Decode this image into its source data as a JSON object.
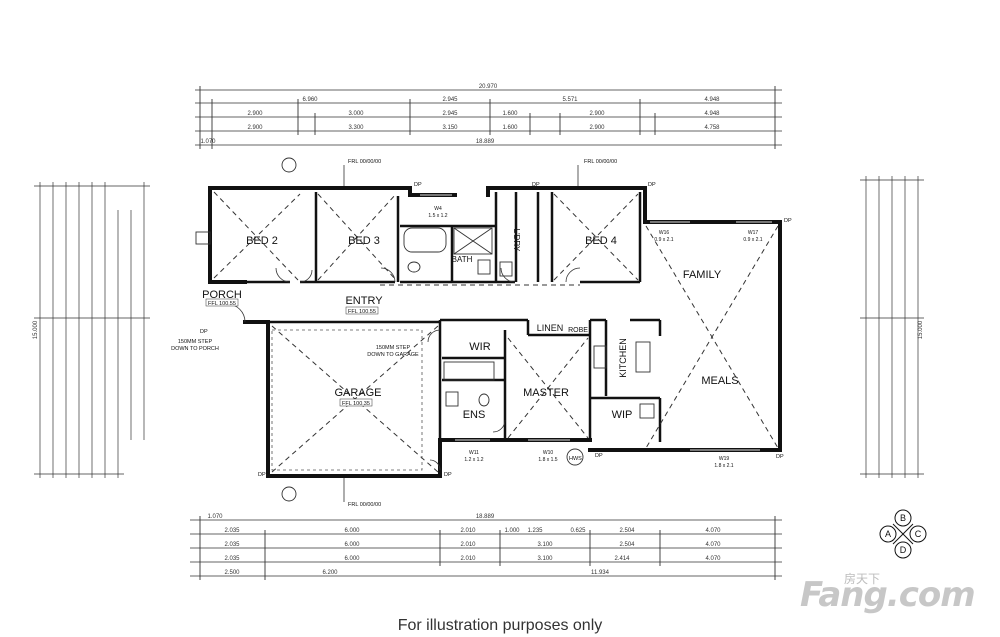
{
  "rooms": {
    "bed2": "BED 2",
    "bed3": "BED 3",
    "bed4": "BED 4",
    "bath": "BATH",
    "ldry": "L'DRY",
    "porch": "PORCH",
    "entry": "ENTRY",
    "garage": "GARAGE",
    "wir": "WIR",
    "ens": "ENS",
    "master": "MASTER",
    "linen": "LINEN",
    "robe": "ROBE",
    "kitchen": "KITCHEN",
    "wip": "WIP",
    "family": "FAMILY",
    "meals": "MEALS"
  },
  "levels": {
    "porch_ffl": "FFL 100.55",
    "entry_ffl": "FFL 100.55",
    "garage_ffl": "FFL 100.35",
    "frl_top_left": "FRL 00/00/00",
    "frl_top_right": "FRL 00/00/00",
    "frl_bottom": "FRL 00/00/00"
  },
  "notes": {
    "step_porch_1": "150MM STEP",
    "step_porch_2": "DOWN TO PORCH",
    "step_garage_1": "150MM STEP",
    "step_garage_2": "DOWN TO GARAGE",
    "hws": "HWS",
    "dp": "DP"
  },
  "windows": {
    "w4": "W4",
    "w4_size": "1.5 x 1.2",
    "w16": "W16",
    "w16_size": "0.9 x 2.1",
    "w17": "W17",
    "w17_size": "0.9 x 2.1",
    "w11": "W11",
    "w11_size": "1.2 x 1.2",
    "w10": "W10",
    "w10_size": "1.8 x 1.5",
    "w19": "W19",
    "w19_size": "1.8 x 2.1"
  },
  "dimensions": {
    "top_total": "20.970",
    "top_row1": [
      "6.960",
      "2.945",
      "5.571",
      "4.948"
    ],
    "top_row2": [
      "2.900",
      "3.000",
      "2.945",
      "1.600",
      "2.900",
      "4.948"
    ],
    "top_row3": [
      "2.900",
      "3.300",
      "3.150",
      "1.600",
      "2.900",
      "4.758"
    ],
    "top_row4": [
      "1.070",
      "18.889"
    ],
    "bottom_row1": [
      "1.070",
      "18.889"
    ],
    "bottom_row2": [
      "2.035",
      "6.000",
      "2.010",
      "1.000",
      "1.235",
      "0.625",
      "2.504",
      "4.070"
    ],
    "bottom_row3": [
      "2.035",
      "6.000",
      "2.010",
      "3.100",
      "2.504",
      "4.070"
    ],
    "bottom_row4": [
      "2.035",
      "6.000",
      "2.010",
      "3.100",
      "2.414",
      "4.070"
    ],
    "bottom_total": [
      "2.500",
      "6.200",
      "11.934"
    ],
    "left_total": "15.000",
    "right_total": "15.000"
  },
  "compass": {
    "b": "B",
    "a": "A",
    "c": "C",
    "d": "D"
  },
  "caption": "For illustration purposes only",
  "watermark": {
    "brand": "Fang.com",
    "top": "房天下"
  }
}
